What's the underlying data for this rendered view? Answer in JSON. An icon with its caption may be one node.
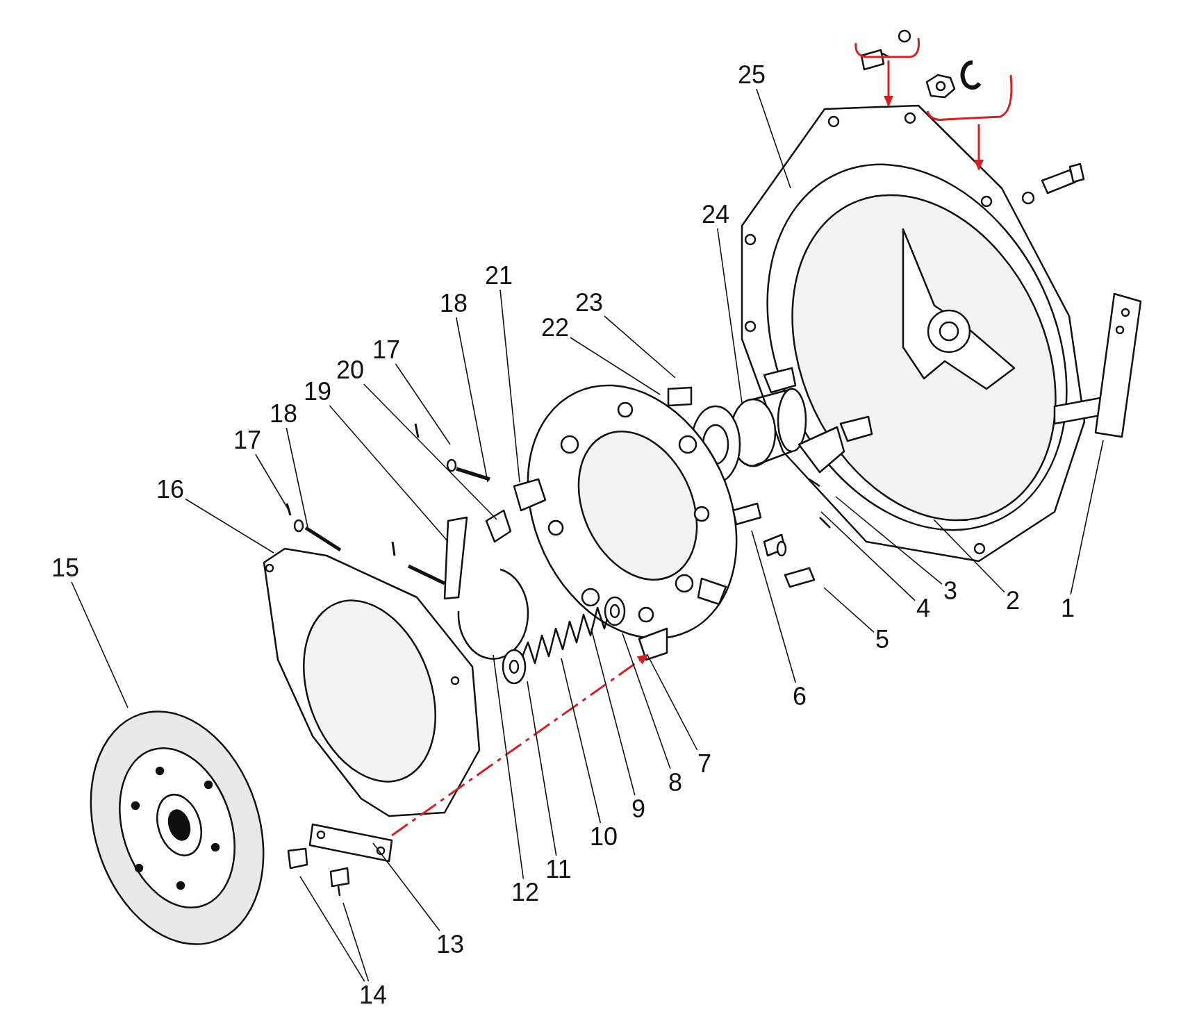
{
  "diagram": {
    "nodes": [
      {
        "text": [
          "1"
        ]
      },
      {
        "text": [
          "2"
        ]
      },
      {
        "text": [
          "3"
        ]
      },
      {
        "text": [
          "4"
        ]
      },
      {
        "text": [
          "5"
        ]
      },
      {
        "text": [
          "6"
        ]
      },
      {
        "text": [
          "7"
        ]
      },
      {
        "text": [
          "8"
        ]
      },
      {
        "text": [
          "9"
        ]
      },
      {
        "text": [
          "10"
        ]
      },
      {
        "text": [
          "11"
        ]
      },
      {
        "text": [
          "12"
        ]
      },
      {
        "text": [
          "13"
        ]
      },
      {
        "text": [
          "14"
        ]
      },
      {
        "text": [
          "15"
        ]
      },
      {
        "text": [
          "16"
        ]
      },
      {
        "text": [
          "17"
        ]
      },
      {
        "text": [
          "18"
        ]
      },
      {
        "text": [
          "19"
        ]
      },
      {
        "text": [
          "20"
        ]
      },
      {
        "text": [
          "17"
        ]
      },
      {
        "text": [
          "18"
        ]
      },
      {
        "text": [
          "21"
        ]
      },
      {
        "text": [
          "22"
        ]
      },
      {
        "text": [
          "23"
        ]
      },
      {
        "text": [
          "24"
        ]
      },
      {
        "text": [
          "25"
        ]
      }
    ],
    "edges": [
      {
        "from": 0,
        "to": null,
        "arrow": "none"
      },
      {
        "from": 1,
        "to": null,
        "arrow": "none"
      },
      {
        "from": 2,
        "to": null,
        "arrow": "none"
      },
      {
        "from": 3,
        "to": null,
        "arrow": "none"
      },
      {
        "from": 4,
        "to": null,
        "arrow": "none"
      },
      {
        "from": 5,
        "to": null,
        "arrow": "none"
      },
      {
        "from": 6,
        "to": null,
        "arrow": "none"
      },
      {
        "from": 7,
        "to": null,
        "arrow": "none"
      },
      {
        "from": 8,
        "to": null,
        "arrow": "none"
      },
      {
        "from": 9,
        "to": null,
        "arrow": "none"
      },
      {
        "from": 10,
        "to": null,
        "arrow": "none"
      },
      {
        "from": 11,
        "to": null,
        "arrow": "none"
      },
      {
        "from": 12,
        "to": null,
        "arrow": "none"
      },
      {
        "from": 13,
        "to": null,
        "arrow": "none"
      },
      {
        "from": 13,
        "to": null,
        "arrow": "none"
      },
      {
        "from": 14,
        "to": null,
        "arrow": "none"
      },
      {
        "from": 15,
        "to": null,
        "arrow": "none"
      },
      {
        "from": 16,
        "to": null,
        "arrow": "none"
      },
      {
        "from": 17,
        "to": null,
        "arrow": "none"
      },
      {
        "from": 18,
        "to": null,
        "arrow": "none"
      },
      {
        "from": 19,
        "to": null,
        "arrow": "none"
      },
      {
        "from": 20,
        "to": null,
        "arrow": "none"
      },
      {
        "from": 21,
        "to": null,
        "arrow": "none"
      },
      {
        "from": 22,
        "to": null,
        "arrow": "none"
      },
      {
        "from": 23,
        "to": null,
        "arrow": "none"
      },
      {
        "from": 24,
        "to": null,
        "arrow": "none"
      },
      {
        "from": 25,
        "to": null,
        "arrow": "none"
      },
      {
        "from": 26,
        "to": null,
        "arrow": "none"
      }
    ]
  }
}
